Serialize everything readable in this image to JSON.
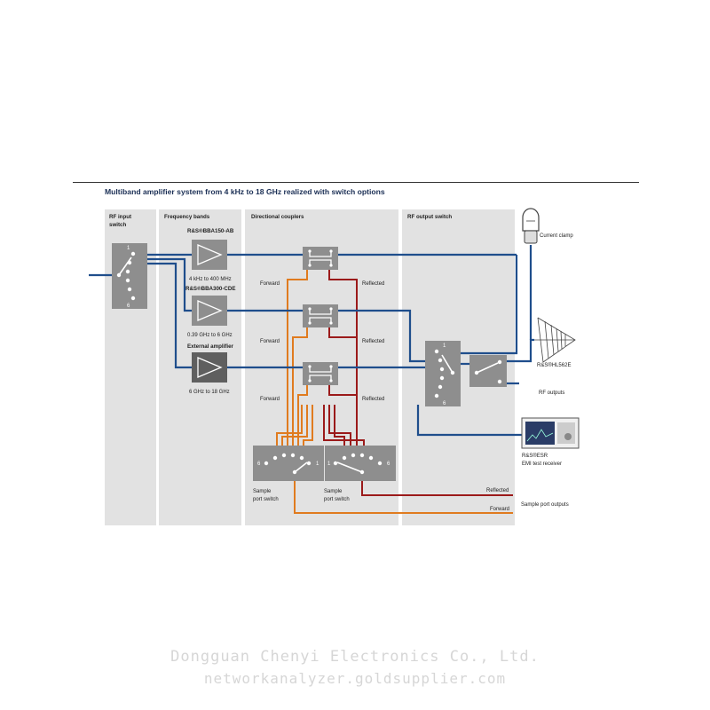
{
  "title": "Multiband amplifier system from 4 kHz to 18 GHz realized with switch options",
  "sections": {
    "rf_input": "RF input switch",
    "rf_input_l1": "RF input",
    "rf_input_l2": "switch",
    "frequency_bands": "Frequency bands",
    "directional_couplers": "Directional couplers",
    "rf_output": "RF output switch"
  },
  "amplifiers": [
    {
      "name": "R&S®BBA150-AB",
      "range": "4 kHz to 400 MHz"
    },
    {
      "name": "R&S®BBA300-CDE",
      "range": "0.39 GHz to 6 GHz"
    },
    {
      "name": "External amplifier",
      "range": "6 GHz to 18 GHz"
    }
  ],
  "coupler_labels": {
    "forward": "Forward",
    "reflected": "Reflected"
  },
  "switch_positions": {
    "first": "1",
    "last": "6"
  },
  "sample_switch": {
    "l1": "Sample",
    "l2": "port switch"
  },
  "devices": {
    "current_clamp": "Current clamp",
    "antenna": "R&S®HL562E",
    "rf_outputs": "RF outputs",
    "receiver_l1": "R&S®ESR",
    "receiver_l2": "EMI test receiver",
    "sample_outputs": "Sample port outputs"
  },
  "output_lines": {
    "reflected": "Reflected",
    "forward": "Forward"
  },
  "watermark": {
    "company": "Dongguan Chenyi Electronics Co., Ltd.",
    "site": "networkanalyzer.goldsupplier.com"
  },
  "colors": {
    "blue": "#1f4e8c",
    "orange": "#e07b1f",
    "darkred": "#9b1a1a",
    "panel": "#e2e2e2",
    "box": "#8e8e8e"
  }
}
